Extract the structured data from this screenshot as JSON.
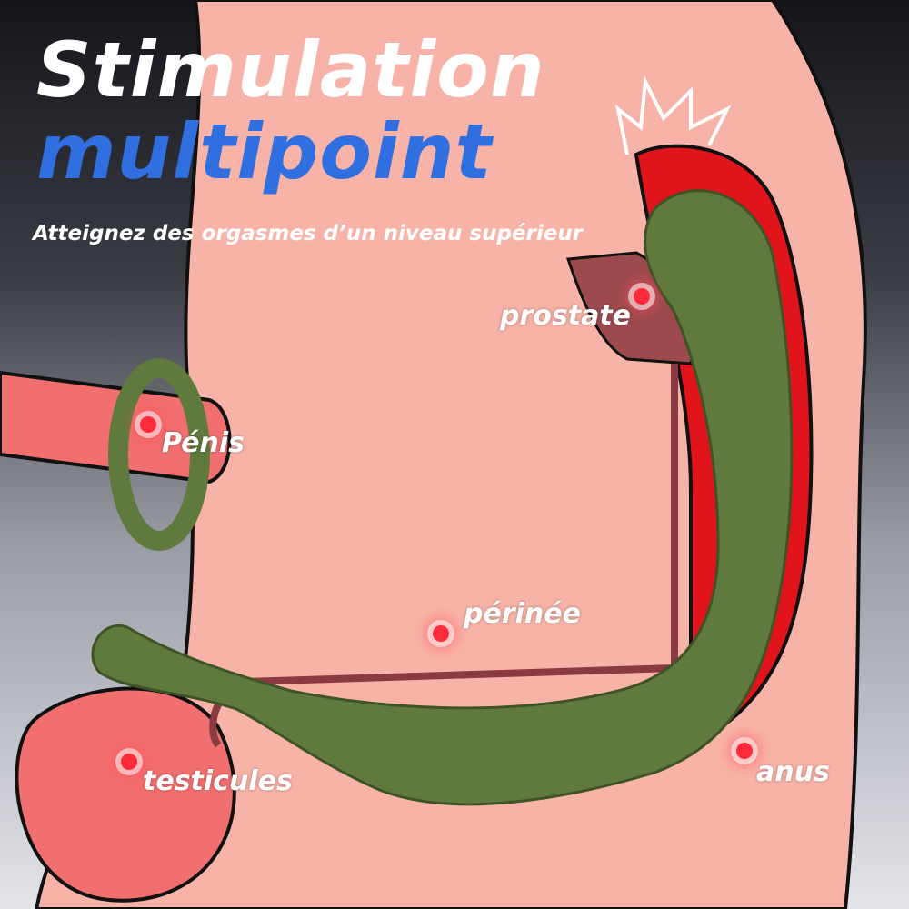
{
  "header": {
    "title_line1": "Stimulation",
    "title_line2": "multipoint",
    "subtitle": "Atteignez des orgasmes d’un niveau supérieur"
  },
  "points": [
    {
      "id": "prostate",
      "label": "prostate"
    },
    {
      "id": "penis",
      "label": "Pénis"
    },
    {
      "id": "perinee",
      "label": "périnée"
    },
    {
      "id": "testicules",
      "label": "testicules"
    },
    {
      "id": "anus",
      "label": "anus"
    }
  ],
  "colors": {
    "accent": "#2f6fe0",
    "body": "#f8b3a8",
    "device": "#5f7a3c",
    "highlight": "#e0141a",
    "dot": "#ff2a3a"
  }
}
